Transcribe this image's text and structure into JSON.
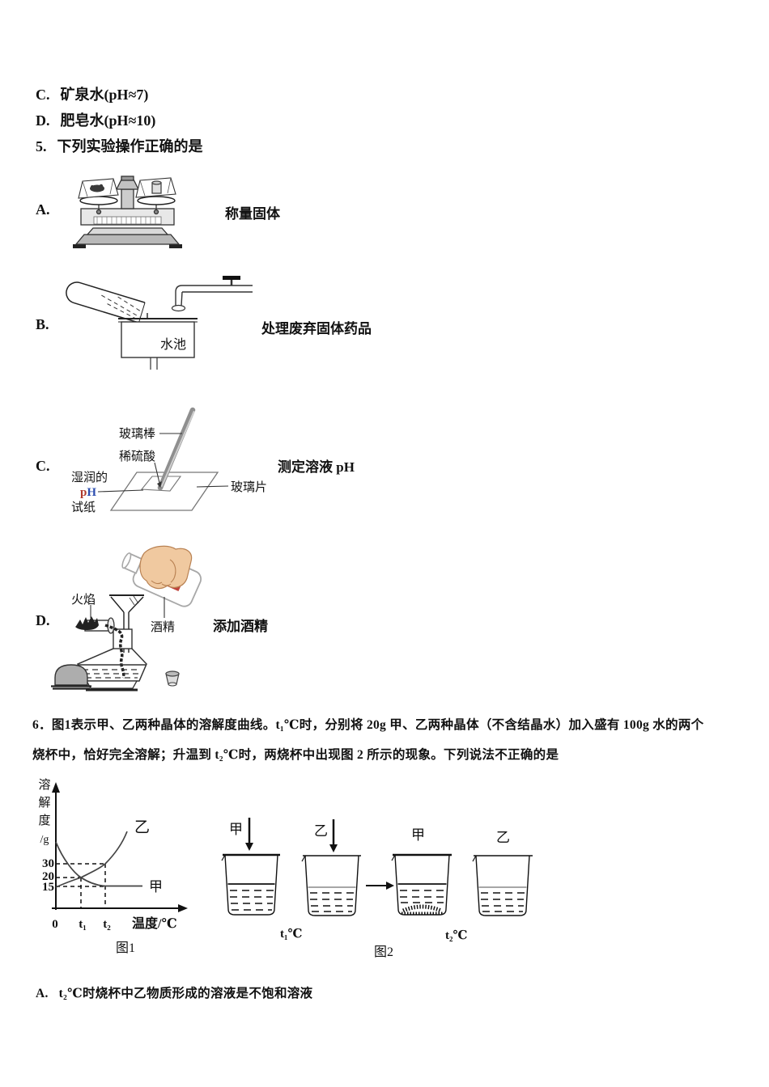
{
  "colors": {
    "text": "#111111",
    "ph_p": "#b03a2e",
    "ph_h": "#2e4fb0",
    "hand": "#f0c9a0",
    "bottle_label": "#c0443c",
    "cap_gray": "#adadad"
  },
  "q4": {
    "options": [
      {
        "letter": "C.",
        "text": "矿泉水(pH≈7)"
      },
      {
        "letter": "D.",
        "text": "肥皂水(pH≈10)"
      }
    ]
  },
  "q5": {
    "number": "5.",
    "stem": "下列实验操作正确的是",
    "options": [
      {
        "letter": "A.",
        "caption": "称量固体"
      },
      {
        "letter": "B.",
        "caption": "处理废弃固体药品",
        "sink_label": "水池"
      },
      {
        "letter": "C.",
        "caption": "测定溶液 pH",
        "labels": {
          "glass_rod": "玻璃棒",
          "dilute_acid": "稀硫酸",
          "moist": "湿润的",
          "ph_p": "p",
          "ph_h": "H",
          "test_paper": "试纸",
          "glass_plate": "玻璃片"
        }
      },
      {
        "letter": "D.",
        "caption": "添加酒精",
        "labels": {
          "flame": "火焰",
          "alcohol": "酒精"
        }
      }
    ]
  },
  "q6": {
    "line1": "6．图1表示甲、乙两种晶体的溶解度曲线。t₁℃时，分别将 20g 甲、乙两种晶体（不含结晶水）加入盛有 100g 水的两个",
    "line2": "烧杯中，恰好完全溶解；升温到 t₂℃时，两烧杯中出现图 2 所示的现象。下列说法不正确的是",
    "optionA": {
      "letter": "A.",
      "text": "t₂℃时烧杯中乙物质形成的溶液是不饱和溶液"
    }
  },
  "chart_data": {
    "type": "line",
    "caption": "图1",
    "ylabel": "溶解度/g",
    "ylabel_chars": [
      "溶",
      "解",
      "度",
      "/g"
    ],
    "xlabel": "温度/℃",
    "x_ticks": [
      "0",
      "t₁",
      "t₂"
    ],
    "y_ticks": [
      "30",
      "20",
      "15"
    ],
    "series": [
      {
        "name": "甲",
        "trend": "decreasing",
        "x": [
          "0",
          "t₁",
          "t₂",
          "beyond t₂"
        ],
        "y": [
          45,
          20,
          15,
          15
        ]
      },
      {
        "name": "乙",
        "trend": "increasing",
        "x": [
          "0",
          "t₁",
          "t₂"
        ],
        "y": [
          13,
          20,
          30
        ]
      }
    ],
    "notes": "dashed guides at y=30,20,15 and x=t₁,t₂; curves intersect at (t₁,20)"
  },
  "figure2": {
    "caption": "图2",
    "beakers": [
      {
        "label": "甲",
        "pour_arrow": true,
        "sediment": false,
        "temp": "t₁℃"
      },
      {
        "label": "乙",
        "pour_arrow": true,
        "sediment": false,
        "temp": "t₁℃"
      },
      {
        "label": "甲",
        "pour_arrow": false,
        "sediment": true,
        "temp": "t₂℃"
      },
      {
        "label": "乙",
        "pour_arrow": false,
        "sediment": false,
        "temp": "t₂℃"
      }
    ],
    "temp_labels": [
      "t₁℃",
      "t₂℃"
    ]
  }
}
